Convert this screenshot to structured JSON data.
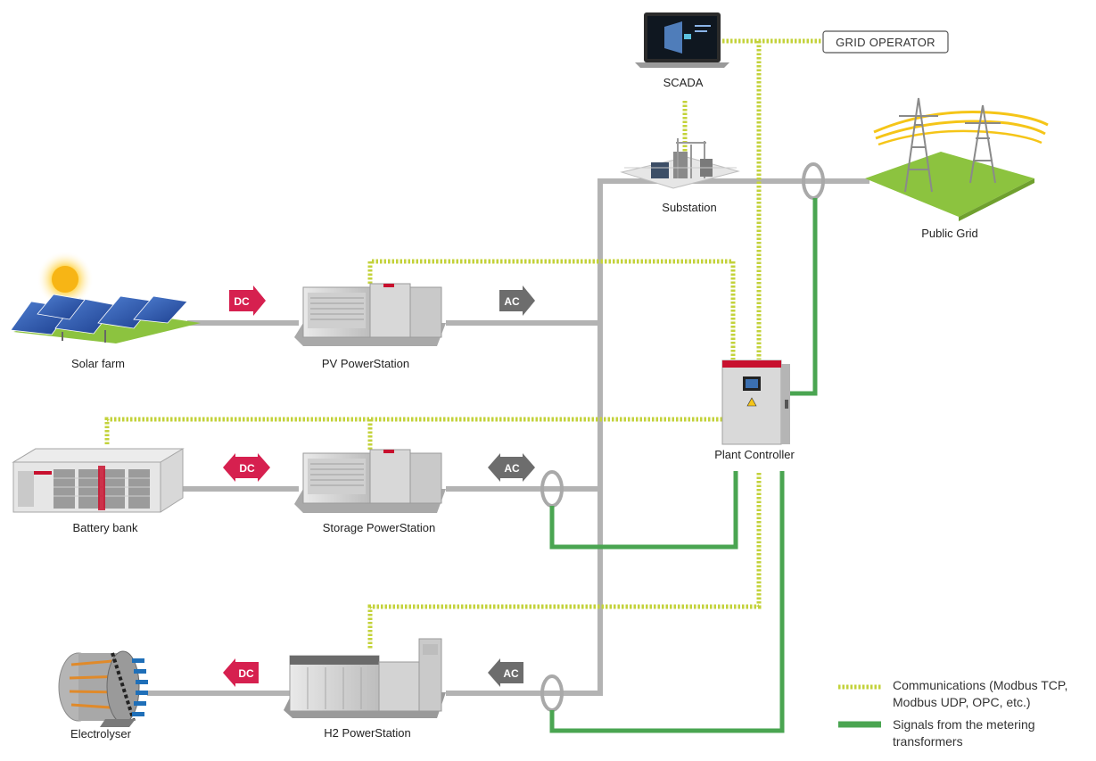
{
  "components": {
    "scada": "SCADA",
    "grid_operator": "GRID OPERATOR",
    "substation": "Substation",
    "public_grid": "Public Grid",
    "solar_farm": "Solar farm",
    "pv_powerstation": "PV PowerStation",
    "plant_controller": "Plant Controller",
    "battery_bank": "Battery bank",
    "storage_powerstation": "Storage PowerStation",
    "electrolyser": "Electrolyser",
    "h2_powerstation": "H2 PowerStation"
  },
  "badges": {
    "pv_dc": "DC",
    "pv_ac": "AC",
    "storage_dc": "DC",
    "storage_ac": "AC",
    "h2_dc": "DC",
    "h2_ac": "AC"
  },
  "legend": {
    "communications_line1": "Communications (Modbus TCP,",
    "communications_line2": "Modbus UDP, OPC, etc.)",
    "signals_line1": "Signals from the metering",
    "signals_line2": "transformers"
  },
  "colors": {
    "power_line": "#b3b3b3",
    "communications": "#c3d23a",
    "signals": "#4aa551",
    "dc_badge": "#d6204f",
    "ac_badge": "#6d6d6d",
    "brand_red": "#c8102e"
  }
}
